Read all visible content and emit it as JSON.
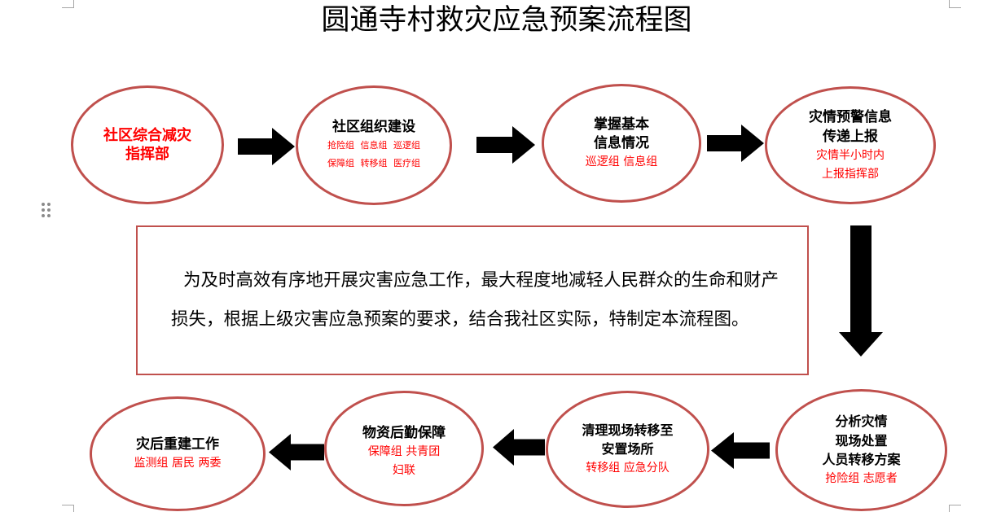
{
  "document": {
    "title": "圆通寺村救灾应急预案流程图"
  },
  "colors": {
    "node_border": "#C0504D",
    "box_border": "#C0504D",
    "arrow": "#000000",
    "highlight_text": "#FF0000",
    "body_text": "#000000"
  },
  "icons": {
    "drag_handle": "drag-handle-icon",
    "arrow_right": "arrow-right-icon",
    "arrow_down": "arrow-down-icon",
    "arrow_left": "arrow-left-icon"
  },
  "flow_top": [
    {
      "heading": [
        "社区综合减灾",
        "指挥部"
      ],
      "groups": []
    },
    {
      "heading": [
        "社区组织建设"
      ],
      "groups": [
        "抢险组 信息组 巡逻组",
        "保障组 转移组 医疗组"
      ]
    },
    {
      "heading": [
        "掌握基本",
        "信息情况"
      ],
      "groups": [
        "巡逻组 信息组"
      ]
    },
    {
      "heading": [
        "灾情预警信息",
        "传递上报"
      ],
      "groups": [
        "灾情半小时内",
        "上报指挥部"
      ]
    }
  ],
  "intro": {
    "lines": [
      "为及时高效有序地开展灾害应急工作，最大程度地减轻人民群众的生命和财产",
      "损失，根据上级灾害应急预案的要求，结合我社区实际，特制定本流程图。"
    ]
  },
  "flow_bottom": [
    {
      "heading": [
        "分析灾情",
        "现场处置",
        "人员转移方案"
      ],
      "groups": [
        "抢险组 志愿者"
      ]
    },
    {
      "heading": [
        "清理现场转移至",
        "安置场所"
      ],
      "groups": [
        "转移组 应急分队"
      ]
    },
    {
      "heading": [
        "物资后勤保障"
      ],
      "groups": [
        "保障组 共青团",
        "妇联"
      ]
    },
    {
      "heading": [
        "灾后重建工作"
      ],
      "groups": [
        "监测组 居民 两委"
      ]
    }
  ]
}
